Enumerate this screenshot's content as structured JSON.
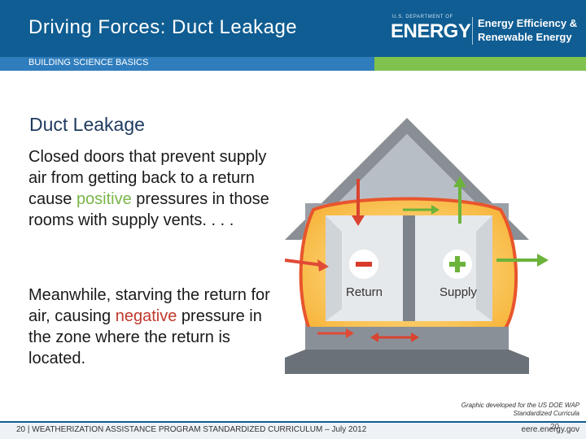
{
  "header": {
    "title": "Driving Forces: Duct Leakage",
    "subtitle": "BUILDING SCIENCE BASICS",
    "logo": {
      "top_line": "U.S. DEPARTMENT OF",
      "main": "ENERGY",
      "right_line1": "Energy Efficiency &",
      "right_line2": "Renewable Energy"
    }
  },
  "slide": {
    "heading": "Duct Leakage",
    "paragraph1": {
      "before": "Closed doors that prevent supply air from getting back to a return cause ",
      "highlight": "positive",
      "after": " pressures in those rooms with supply vents. . . ."
    },
    "paragraph2": {
      "before": "Meanwhile, starving the return for air, causing ",
      "highlight": "negative",
      "after": " pressure in the zone where the return is located."
    }
  },
  "illustration": {
    "return_label": "Return",
    "supply_label": "Supply",
    "minus_symbol": "−",
    "plus_symbol": "+",
    "credit_line1": "Graphic developed for the US DOE WAP",
    "credit_line2": "Standardized Curricula"
  },
  "footer": {
    "text": "20 | WEATHERIZATION ASSISTANCE PROGRAM STANDARDIZED CURRICULUM – July 2012",
    "url": "eere.energy.gov",
    "page_number": "20"
  },
  "colors": {
    "header_blue": "#0f5d92",
    "subbar_blue": "#2f7dbd",
    "accent_green": "#7fc24d",
    "positive_green": "#7ab648",
    "negative_red": "#c0392b"
  }
}
